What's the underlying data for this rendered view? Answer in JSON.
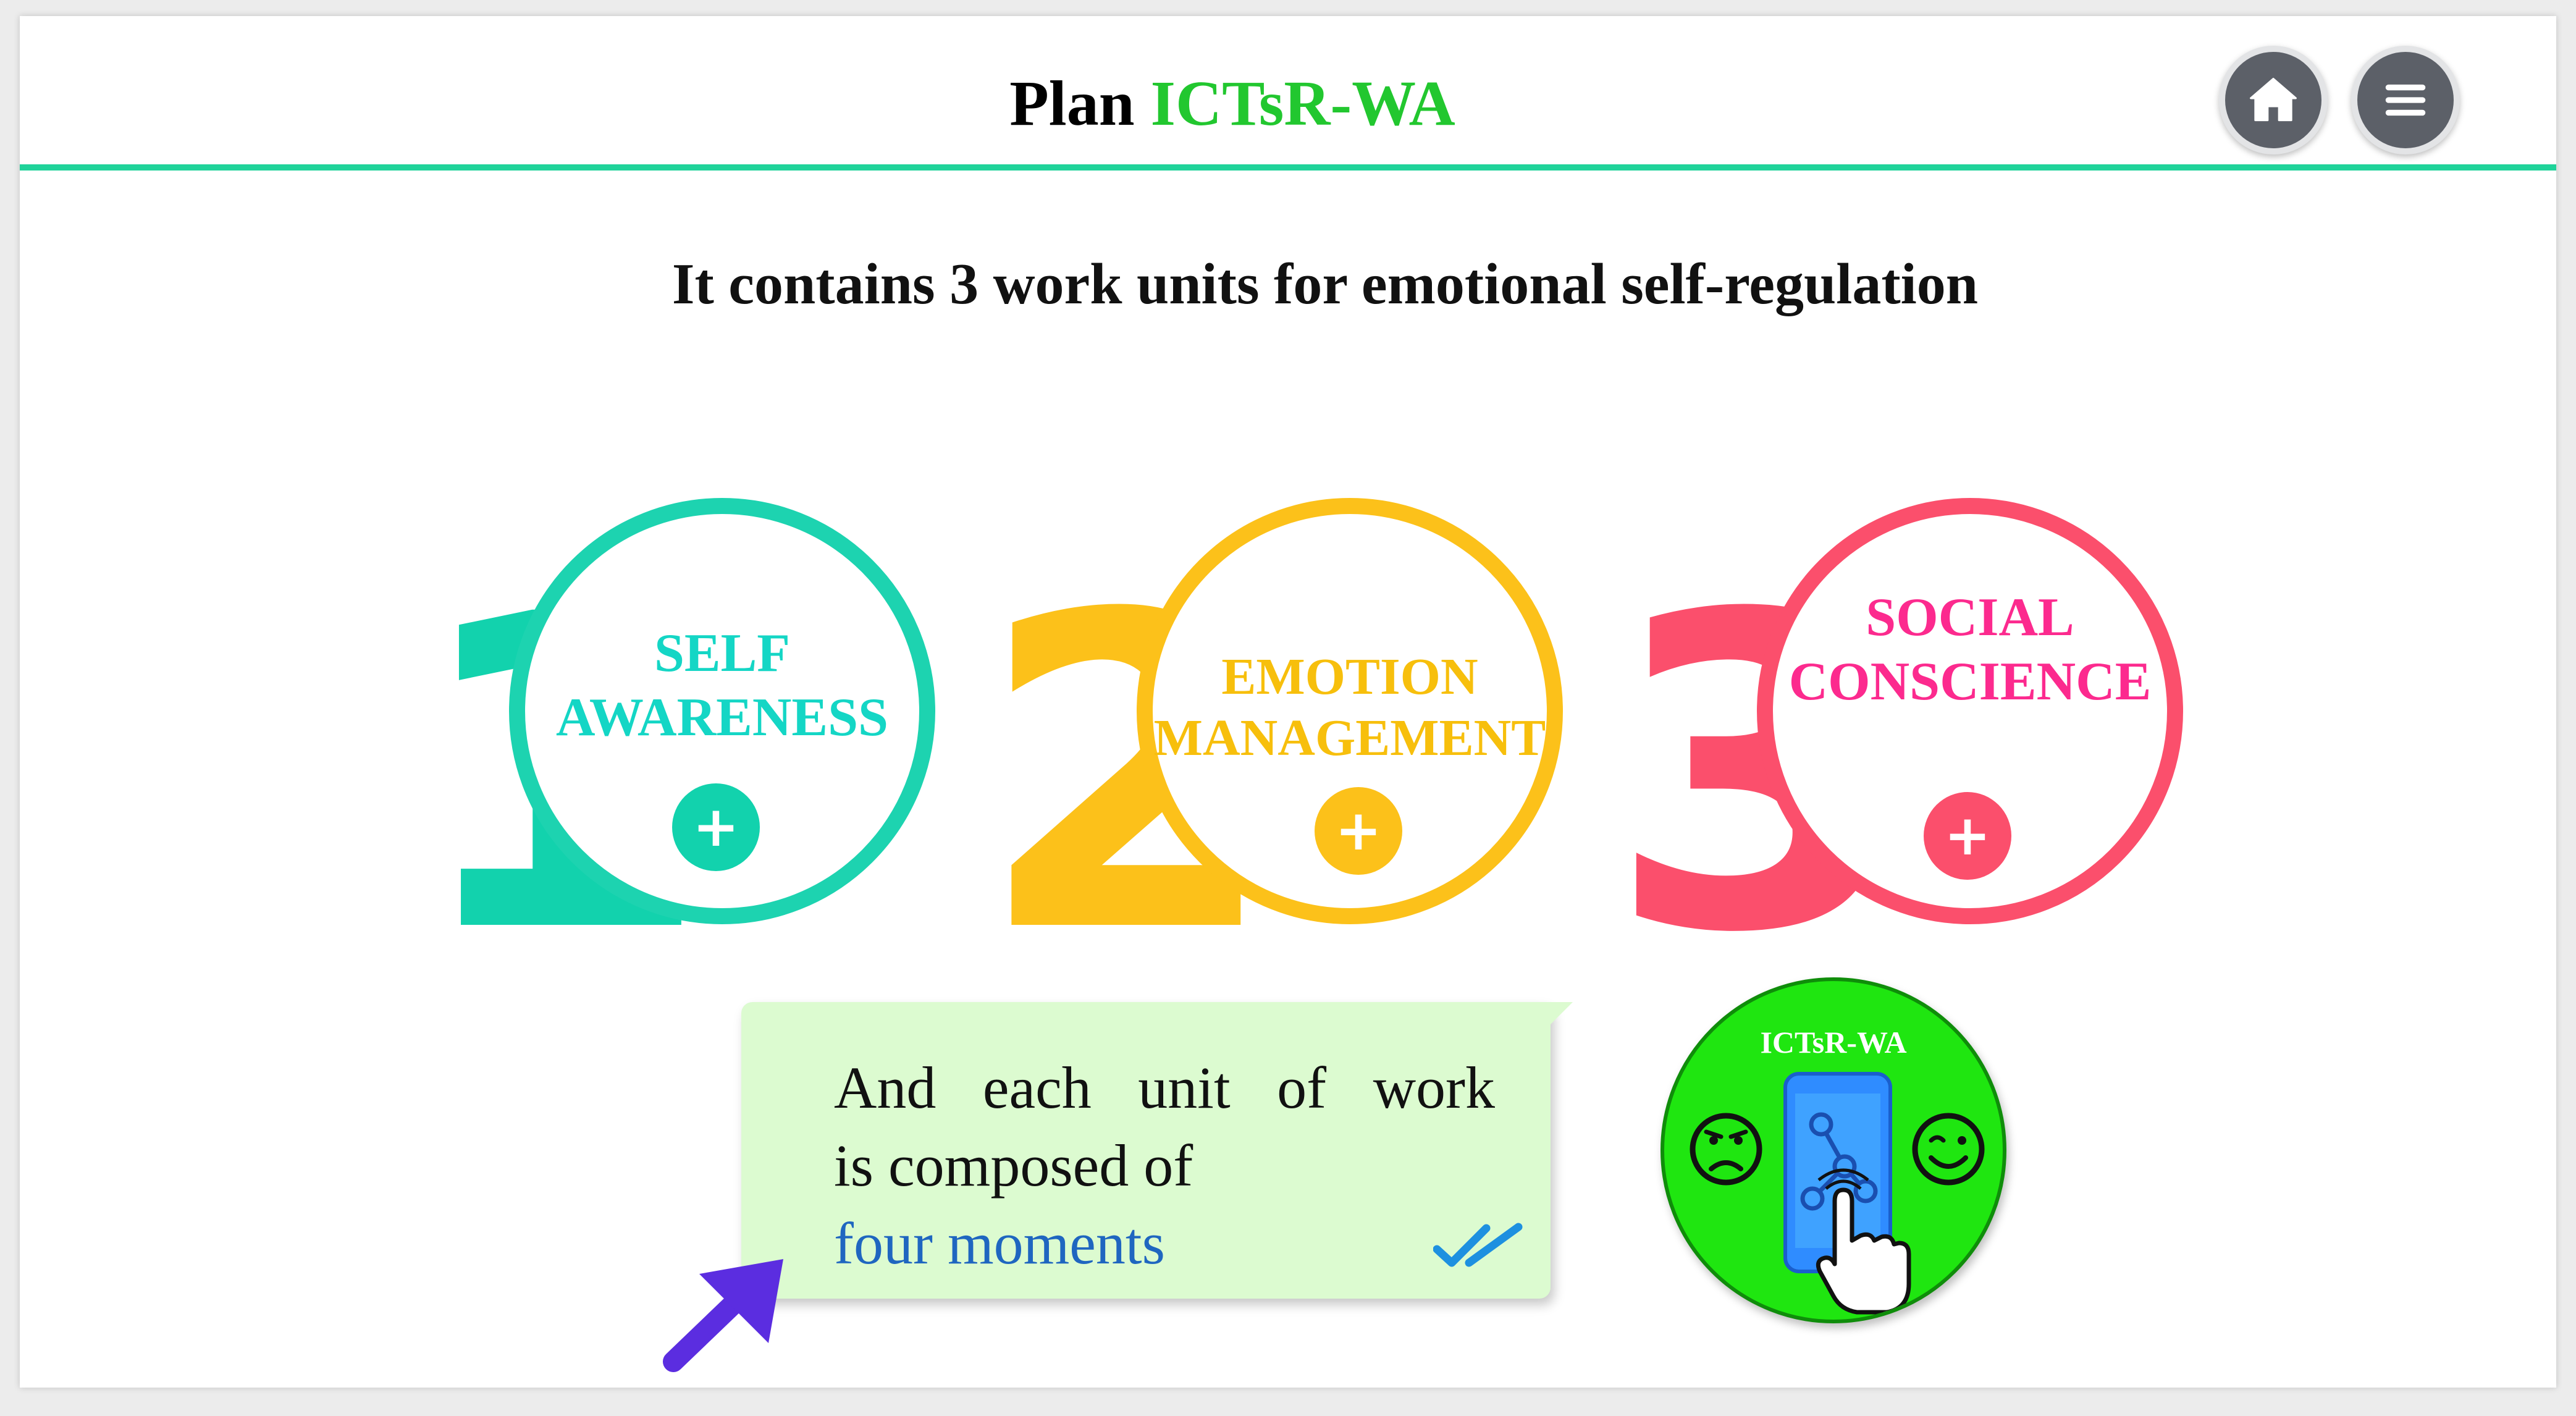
{
  "header": {
    "title_prefix": "Plan",
    "title_accent": "ICTsR-WA",
    "home_icon": "home-icon",
    "menu_icon": "hamburger-menu-icon"
  },
  "subtitle": "It contains 3 work units for emotional self-regulation",
  "units": [
    {
      "number": "1",
      "line1": "SELF",
      "line2": "AWARENESS",
      "plus": "+",
      "color": "#1dd3b0"
    },
    {
      "number": "2",
      "line1": "EMOTION",
      "line2": "MANAGEMENT",
      "plus": "+",
      "color": "#fcc11a"
    },
    {
      "number": "3",
      "line1": "SOCIAL",
      "line2": "CONSCIENCE",
      "plus": "+",
      "color": "#fb4f6c"
    }
  ],
  "message": {
    "line1": "And each unit of work",
    "line2": "is composed of",
    "highlight": "four moments",
    "status_icon": "double-check-icon"
  },
  "badge": {
    "title": "ICTsR-WA",
    "icons": [
      "sad-face-icon",
      "phone-network-icon",
      "hand-tap-icon",
      "happy-face-icon"
    ]
  },
  "colors": {
    "accent_green": "#22c72f",
    "header_rule": "#1fd39a",
    "bubble_bg": "#dcfbd0",
    "pointer": "#5b2de0",
    "badge_bg": "#1fe610"
  }
}
